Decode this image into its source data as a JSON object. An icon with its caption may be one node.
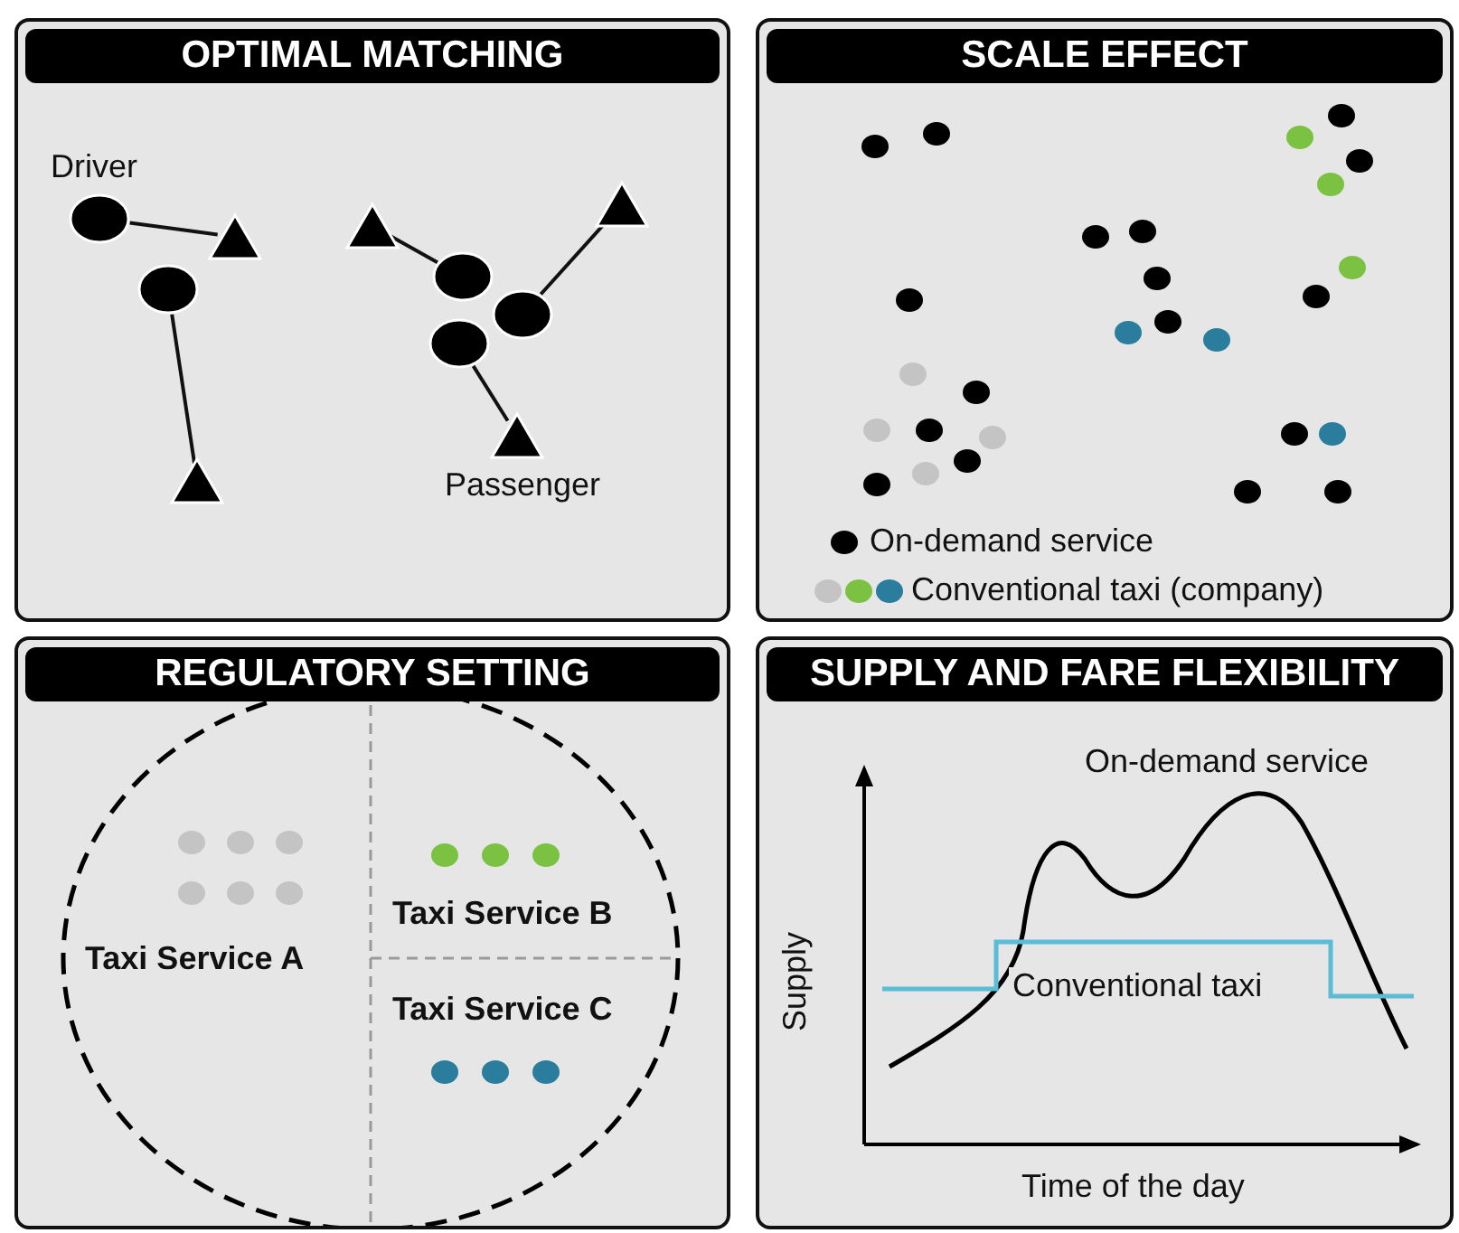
{
  "diagram": {
    "nodes": [
      {
        "text": [
          "OPTIMAL MATCHING"
        ]
      },
      {
        "text": [],
        "shape": "circle",
        "in": 0,
        "beside": [
          "Driver"
        ]
      },
      {
        "text": [],
        "shape": "triangle",
        "in": 0
      },
      {
        "text": [],
        "shape": "circle",
        "in": 0
      },
      {
        "text": [],
        "shape": "triangle",
        "in": 0
      },
      {
        "text": [],
        "shape": "triangle",
        "in": 0
      },
      {
        "text": [],
        "shape": "circle",
        "in": 0
      },
      {
        "text": [],
        "shape": "circle",
        "in": 0
      },
      {
        "text": [],
        "shape": "triangle",
        "in": 0
      },
      {
        "text": [],
        "shape": "circle",
        "in": 0
      },
      {
        "text": [],
        "shape": "triangle",
        "in": 0,
        "beside": [
          "Passenger"
        ]
      },
      {
        "text": [
          "SCALE EFFECT"
        ]
      },
      {
        "text": [
          "REGULATORY SETTING"
        ]
      },
      {
        "text": [
          "SUPPLY AND FARE FLEXIBILITY"
        ]
      }
    ],
    "edges": [
      {
        "from": 1,
        "to": 2,
        "arrow": "none"
      },
      {
        "from": 3,
        "to": 4,
        "arrow": "none"
      },
      {
        "from": 5,
        "to": 6,
        "arrow": "none"
      },
      {
        "from": 7,
        "to": 8,
        "arrow": "none"
      },
      {
        "from": 9,
        "to": 10,
        "arrow": "none"
      }
    ],
    "labels": [
      "Taxi Service A",
      "Taxi Service B",
      "Taxi Service C",
      "On-demand service",
      "Supply",
      "Conventional taxi",
      "Time of the day"
    ],
    "legend": [
      {
        "text": "On-demand service",
        "color": "#000000"
      },
      {
        "text": "Conventional taxi (company)"
      }
    ]
  }
}
